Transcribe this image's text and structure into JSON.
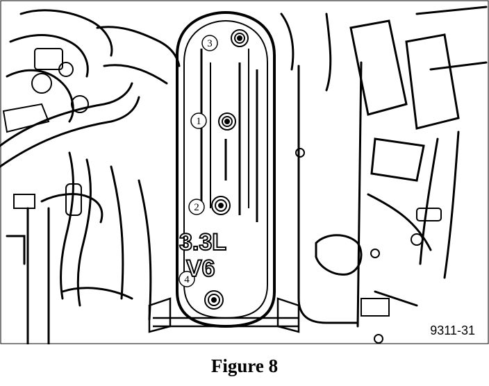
{
  "figure": {
    "caption": "Figure 8",
    "reference_code": "9311-31",
    "engine_label": {
      "displacement": "3.3L",
      "type": "V6"
    },
    "callouts": [
      "1",
      "2",
      "3",
      "4"
    ]
  }
}
